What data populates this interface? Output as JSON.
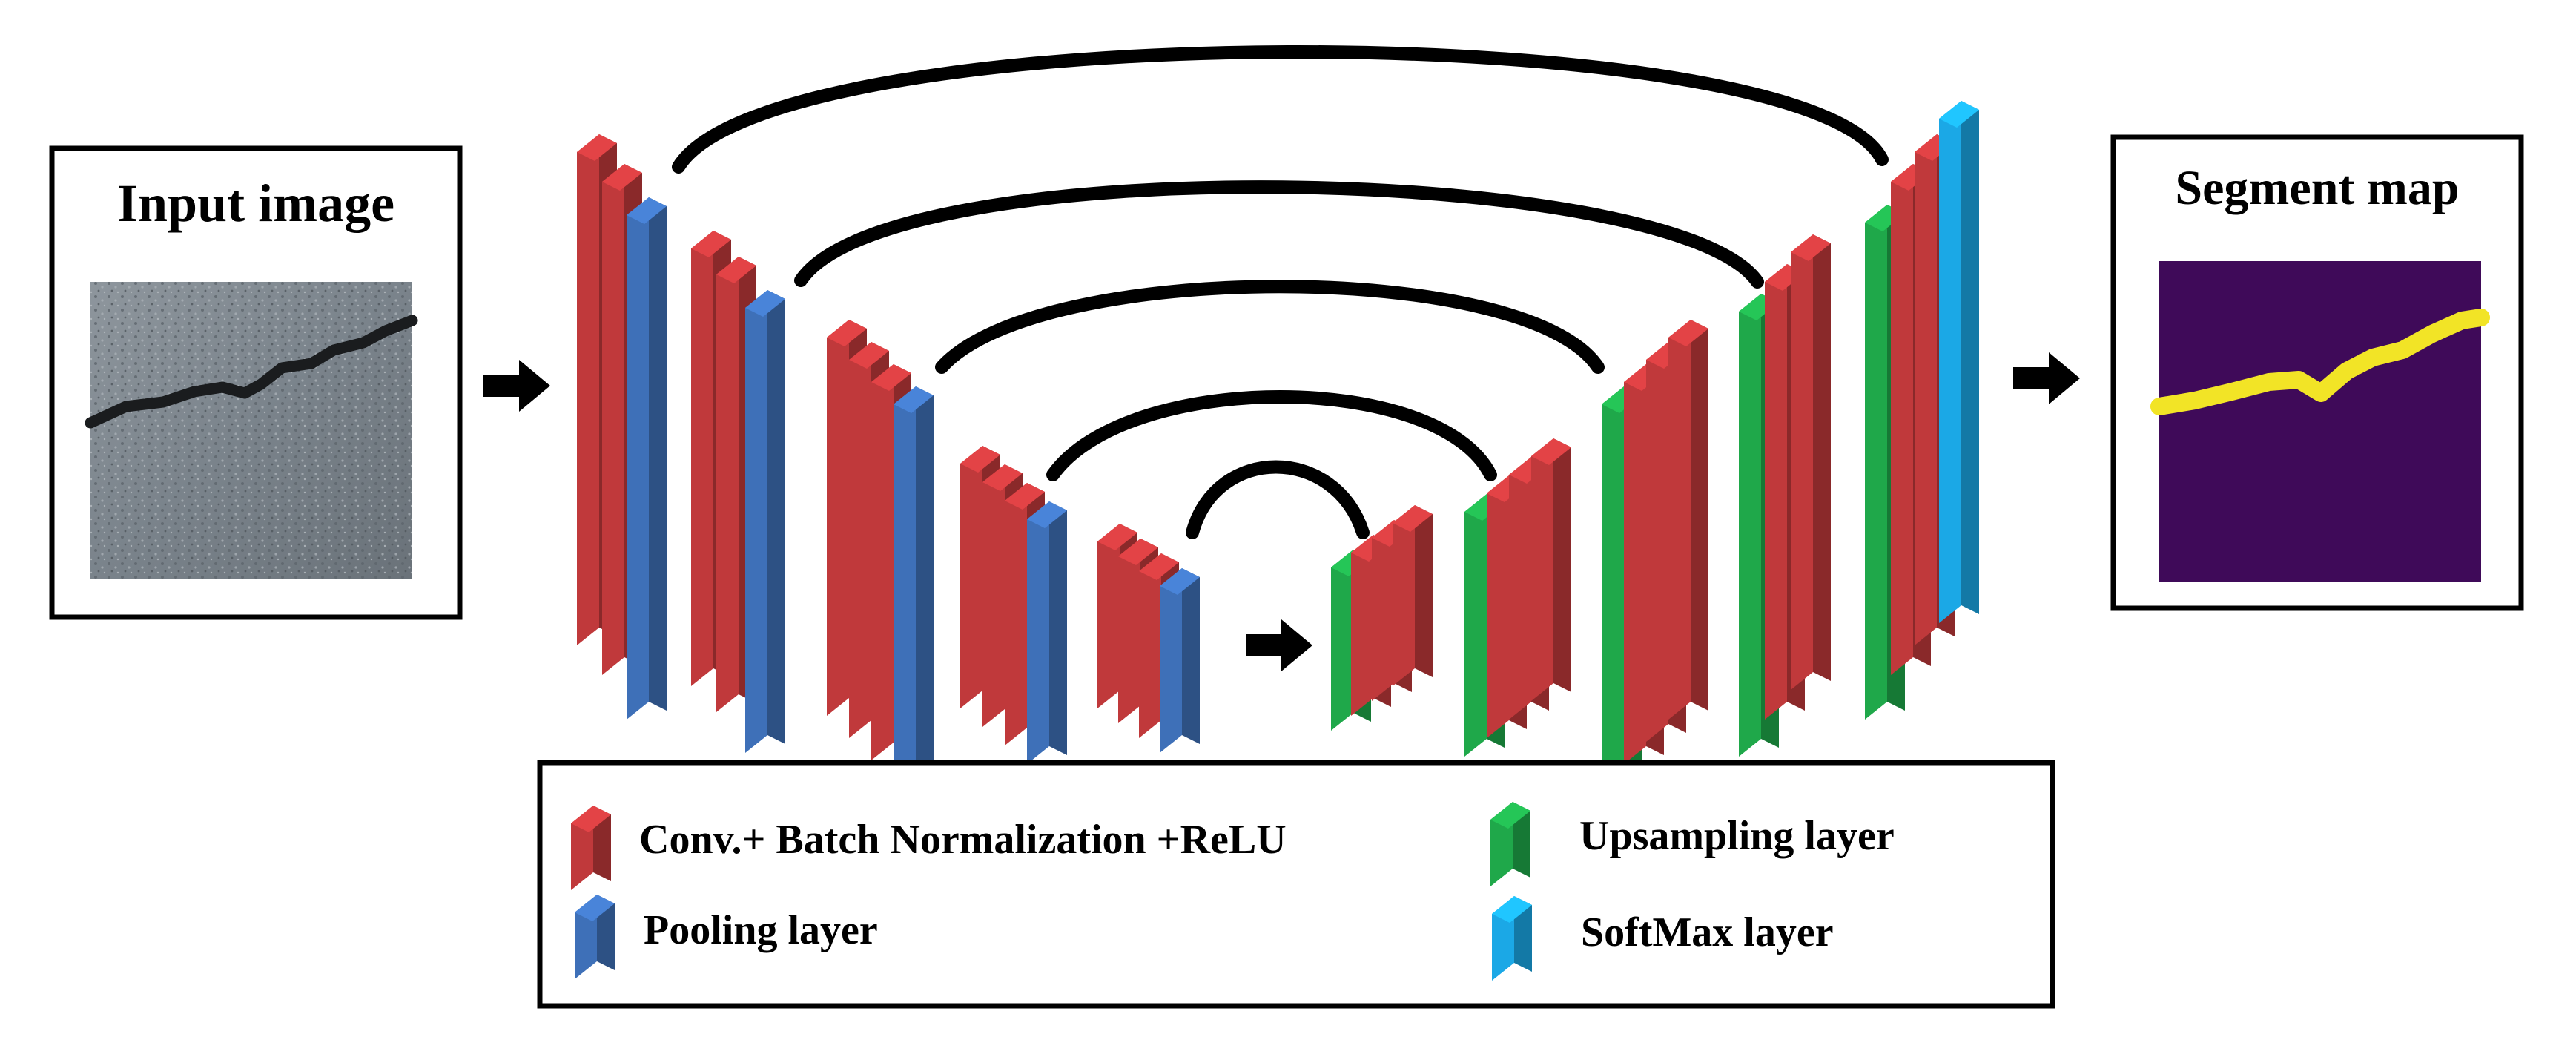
{
  "input_panel": {
    "title": "Input image"
  },
  "output_panel": {
    "title": "Segment map"
  },
  "legend": {
    "items": [
      {
        "key": "conv",
        "label": "Conv.+ Batch Normalization +ReLU"
      },
      {
        "key": "upsampling",
        "label": "Upsampling layer"
      },
      {
        "key": "pooling",
        "label": "Pooling layer"
      },
      {
        "key": "softmax",
        "label": "SoftMax layer"
      }
    ]
  },
  "colors": {
    "conv": "#c0393b",
    "pooling": "#3e70b8",
    "upsampling": "#1fa84a",
    "softmax": "#1ba8e6",
    "segment_background": "#3f0a59",
    "segment_crack": "#f2e426"
  },
  "icons": [
    "arrow-right-icon",
    "skip-connection-arc"
  ]
}
